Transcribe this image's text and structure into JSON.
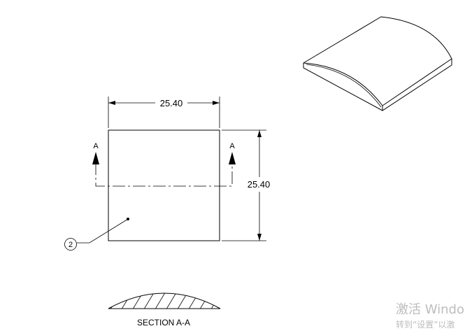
{
  "dimensions": {
    "width_label": "25.40",
    "height_label": "25.40"
  },
  "section_marks": {
    "left": "A",
    "right": "A"
  },
  "balloon": {
    "number": "2"
  },
  "section_caption": "SECTION A-A",
  "watermark": {
    "title": "激活 Windo",
    "subtitle": "转到“设置”以激"
  }
}
